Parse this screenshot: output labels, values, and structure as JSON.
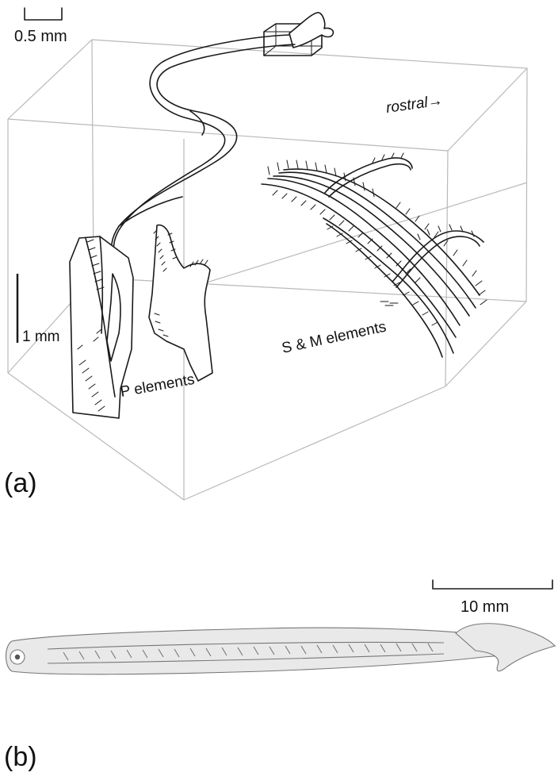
{
  "panel_a": {
    "label": "(a)",
    "scale_small": "0.5 mm",
    "scale_large": "1 mm",
    "direction": "rostral→",
    "p_elements": "P elements",
    "sm_elements": "S & M elements"
  },
  "panel_b": {
    "label": "(b)",
    "scale": "10 mm"
  },
  "colors": {
    "box_lines": "#b9b9b9",
    "ink": "#1a1a1a",
    "larva": "#777777"
  }
}
